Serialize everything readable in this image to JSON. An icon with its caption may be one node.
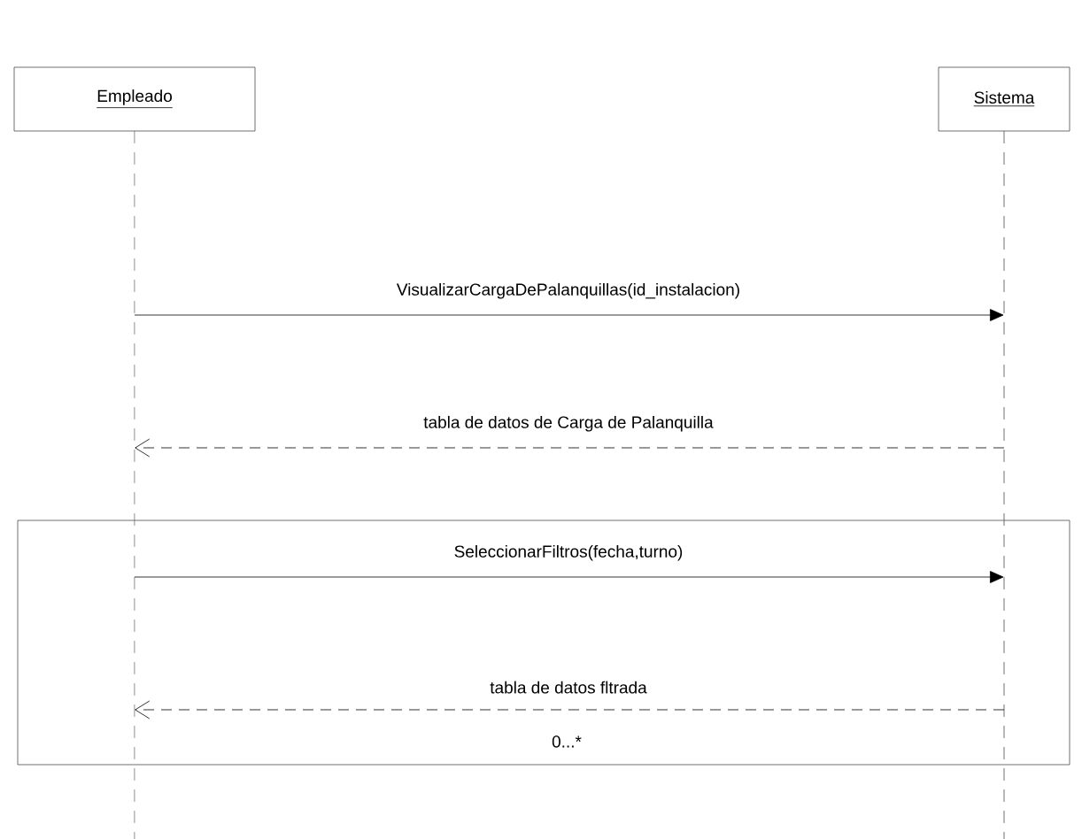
{
  "diagram": {
    "nodes": [
      {
        "text": [
          "Empleado"
        ]
      },
      {
        "text": [
          "Sistema"
        ]
      },
      {
        "text": [],
        "shape": "line"
      },
      {
        "text": [],
        "shape": "line"
      }
    ],
    "edges": [
      {
        "from": 2,
        "to": 3,
        "arrow": "to",
        "label": "VisualizarCargaDePalanquillas(id_instalacion)"
      },
      {
        "from": 3,
        "to": 2,
        "arrow": "to",
        "style": "dashed",
        "label": "tabla de datos de Carga de Palanquilla"
      },
      {
        "from": 2,
        "to": 3,
        "arrow": "to",
        "label": "SeleccionarFiltros(fecha,turno)"
      },
      {
        "from": 3,
        "to": 2,
        "arrow": "to",
        "style": "dashed",
        "label": "tabla de datos fltrada"
      }
    ],
    "labels": [
      "0...*"
    ]
  }
}
